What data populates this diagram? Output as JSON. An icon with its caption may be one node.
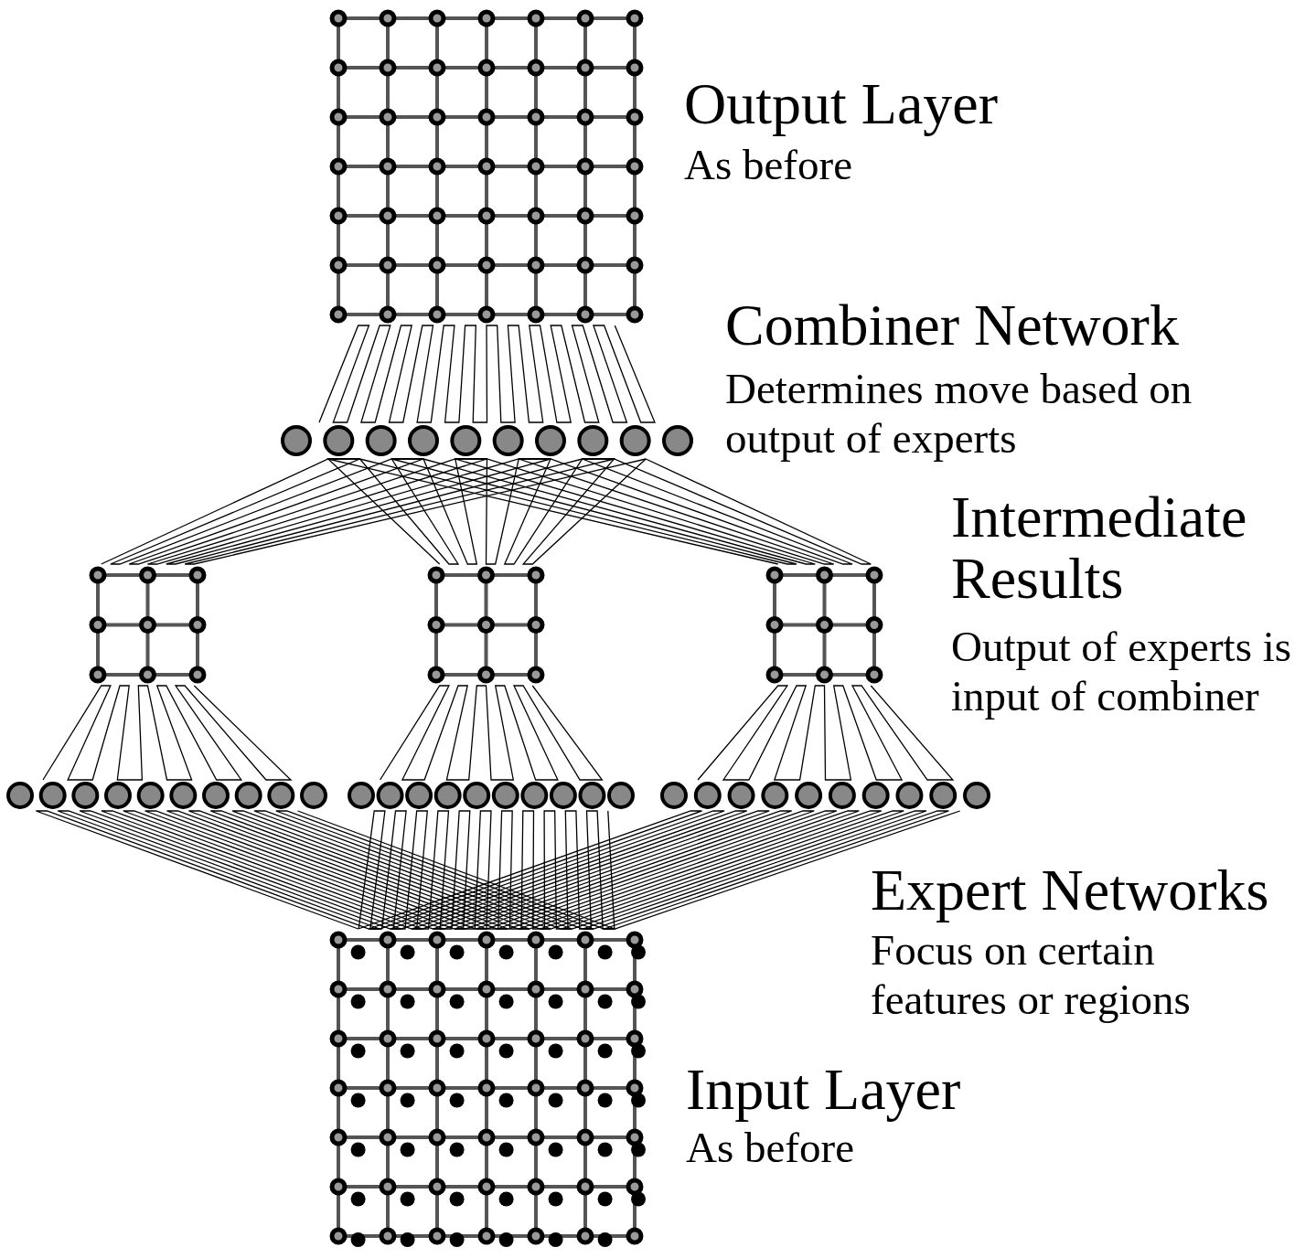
{
  "diagram": {
    "nodes": [
      {
        "text": [],
        "shape": "grid",
        "beside": [
          "Output Layer",
          "As before"
        ]
      },
      {
        "text": [],
        "shape": "row",
        "beside": [
          "Combiner Network",
          "Determines move based on output of experts"
        ]
      },
      {
        "text": [],
        "shape": "grid"
      },
      {
        "text": [],
        "shape": "grid"
      },
      {
        "text": [],
        "shape": "grid",
        "beside": [
          "Intermediate Results",
          "Output of experts is input of combiner"
        ]
      },
      {
        "text": [],
        "shape": "row"
      },
      {
        "text": [],
        "shape": "row"
      },
      {
        "text": [],
        "shape": "row",
        "beside": [
          "Expert Networks",
          "Focus on certain features or regions"
        ]
      },
      {
        "text": [],
        "shape": "grid",
        "beside": [
          "Input Layer",
          "As before"
        ]
      }
    ],
    "edges": [
      {
        "from": 1,
        "to": 0,
        "arrow": "none"
      },
      {
        "from": 2,
        "to": 1,
        "arrow": "none"
      },
      {
        "from": 3,
        "to": 1,
        "arrow": "none"
      },
      {
        "from": 4,
        "to": 1,
        "arrow": "none"
      },
      {
        "from": 5,
        "to": 2,
        "arrow": "none"
      },
      {
        "from": 6,
        "to": 3,
        "arrow": "none"
      },
      {
        "from": 7,
        "to": 4,
        "arrow": "none"
      },
      {
        "from": 8,
        "to": 5,
        "arrow": "none"
      },
      {
        "from": 8,
        "to": 6,
        "arrow": "none"
      },
      {
        "from": 8,
        "to": 7,
        "arrow": "none"
      }
    ]
  }
}
